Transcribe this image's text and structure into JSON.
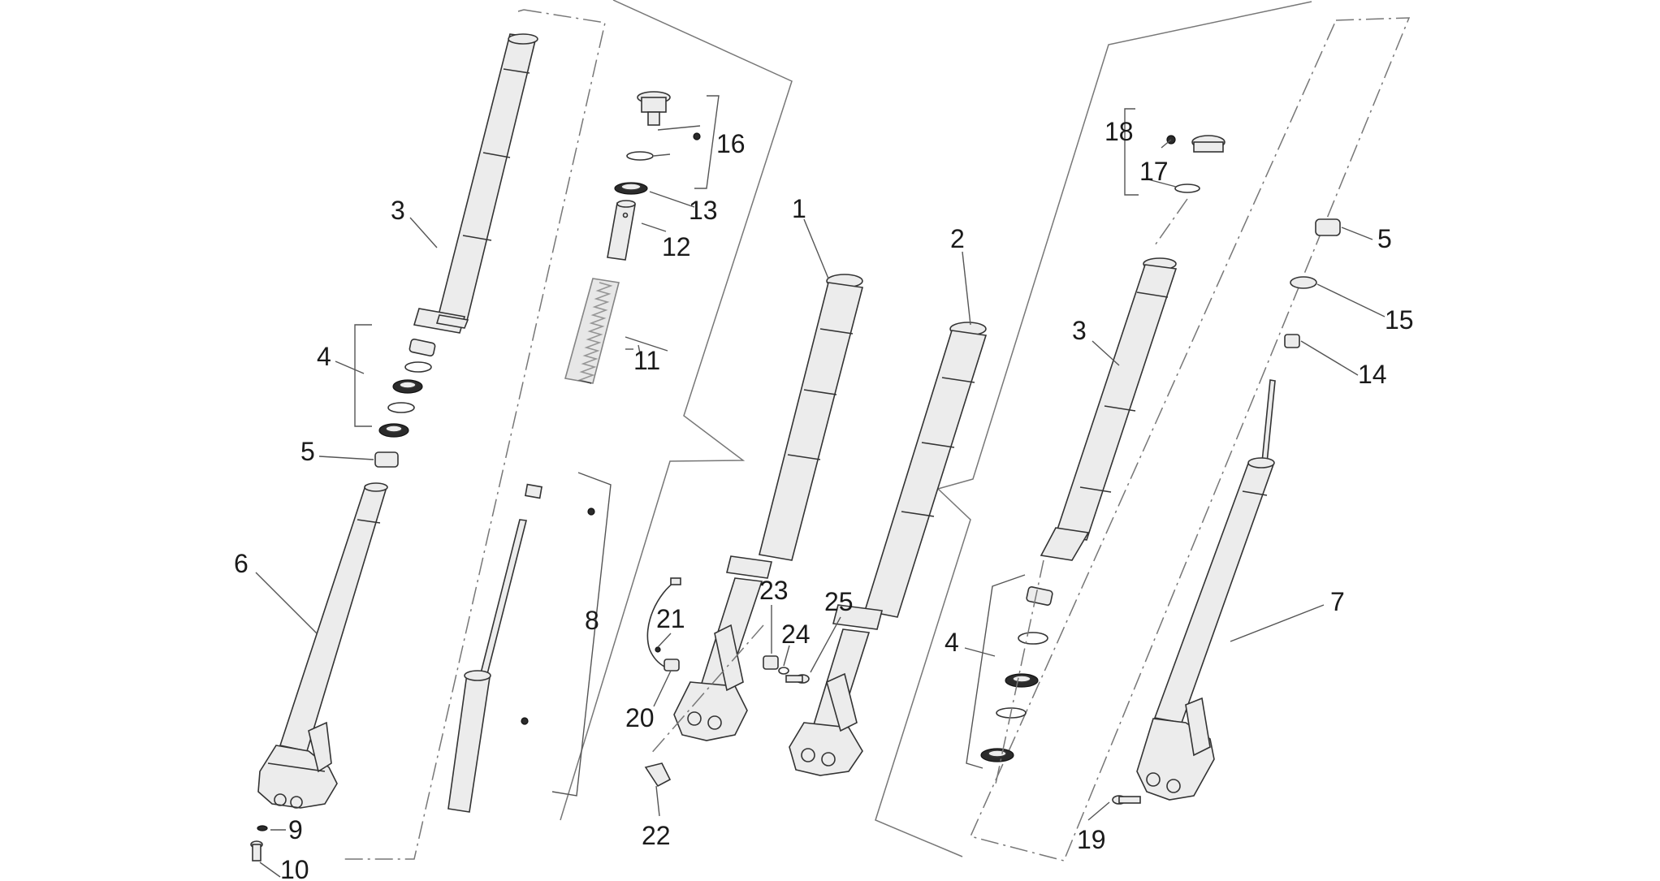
{
  "diagram": {
    "labels": {
      "l1": "1",
      "l2": "2",
      "l3a": "3",
      "l3b": "3",
      "l4a": "4",
      "l4b": "4",
      "l5a": "5",
      "l5b": "5",
      "l6": "6",
      "l7": "7",
      "l8": "8",
      "l9": "9",
      "l10": "10",
      "l11": "11",
      "l12": "12",
      "l13": "13",
      "l14": "14",
      "l15": "15",
      "l16": "16",
      "l17": "17",
      "l18": "18",
      "l19": "19",
      "l20": "20",
      "l21": "21",
      "l22": "22",
      "l23": "23",
      "l24": "24",
      "l25": "25"
    }
  }
}
